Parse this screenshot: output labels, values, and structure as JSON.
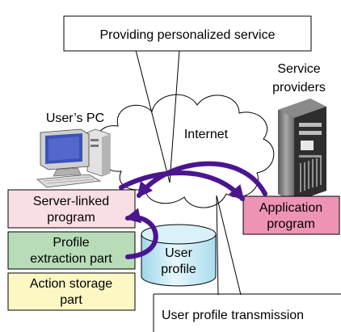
{
  "callouts": {
    "top": "Providing personalized service",
    "bottom": "User profile transmission"
  },
  "labels": {
    "users_pc": "User’s PC",
    "internet": "Internet",
    "service_providers": [
      "Service",
      "providers"
    ],
    "server_linked": [
      "Server-linked",
      "program"
    ],
    "application": [
      "Application",
      "program"
    ],
    "profile_extraction": [
      "Profile",
      "extraction part"
    ],
    "action_storage": [
      "Action storage",
      "part"
    ],
    "user_profile": [
      "User",
      "profile"
    ]
  },
  "colors": {
    "server_linked_fill": "#f9dfe4",
    "application_fill": "#ef93b6",
    "profile_extraction_fill": "#b8dcb8",
    "action_storage_fill": "#fdf8c3",
    "user_profile_fill": "#c3e9f5",
    "arrow": "#4b1590"
  },
  "icons": [
    "desktop-pc-icon",
    "server-tower-icon",
    "cloud-icon"
  ]
}
